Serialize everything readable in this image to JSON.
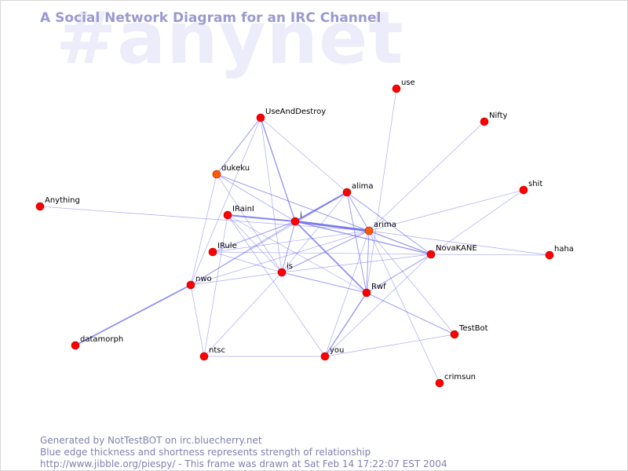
{
  "watermark": "#anynet",
  "title": "A Social Network Diagram for an IRC Channel",
  "footer": {
    "line1": "Generated by NotTestBOT on irc.bluecherry.net",
    "line2": "Blue edge thickness and shortness represents strength of relationship",
    "line3": "http://www.jibble.org/piespy/ - This frame was drawn at Sat Feb 14 17:22:07 EST 2004"
  },
  "colors": {
    "edge": "#6a6af0",
    "node_red": "#ff0000",
    "node_orange": "#ff5a00",
    "title": "#9a9ad0",
    "watermark": "#ececfa",
    "footer": "#8080b0"
  },
  "nodes": [
    {
      "id": "use",
      "label": "use",
      "color": "red"
    },
    {
      "id": "Nifty",
      "label": "Nifty",
      "color": "red"
    },
    {
      "id": "UseAndDestroy",
      "label": "UseAndDestroy",
      "color": "red"
    },
    {
      "id": "dukeku",
      "label": "dukeku",
      "color": "orange"
    },
    {
      "id": "shit",
      "label": "shit",
      "color": "red"
    },
    {
      "id": "Anything",
      "label": "Anything",
      "color": "red"
    },
    {
      "id": "alima",
      "label": "alima",
      "color": "red"
    },
    {
      "id": "IRainI",
      "label": "IRainI",
      "color": "red"
    },
    {
      "id": "i",
      "label": "i",
      "color": "red"
    },
    {
      "id": "arima",
      "label": "arima",
      "color": "orange"
    },
    {
      "id": "IRule",
      "label": "IRule",
      "color": "red"
    },
    {
      "id": "NovaKANE",
      "label": "NovaKANE",
      "color": "red"
    },
    {
      "id": "haha",
      "label": "haha",
      "color": "red"
    },
    {
      "id": "is",
      "label": "is",
      "color": "red"
    },
    {
      "id": "nwo",
      "label": "nwo",
      "color": "red"
    },
    {
      "id": "Rwf",
      "label": "Rwf",
      "color": "red"
    },
    {
      "id": "TestBot",
      "label": "TestBot",
      "color": "red"
    },
    {
      "id": "datamorph",
      "label": "datamorph",
      "color": "red"
    },
    {
      "id": "ntsc",
      "label": "ntsc",
      "color": "red"
    },
    {
      "id": "you",
      "label": "you",
      "color": "red"
    },
    {
      "id": "crimsun",
      "label": "crimsun",
      "color": "red"
    }
  ],
  "edges": [
    {
      "from": "i",
      "to": "arima",
      "strength": 4
    },
    {
      "from": "i",
      "to": "IRainI",
      "strength": 3
    },
    {
      "from": "i",
      "to": "alima",
      "strength": 3
    },
    {
      "from": "i",
      "to": "Rwf",
      "strength": 2.5
    },
    {
      "from": "i",
      "to": "NovaKANE",
      "strength": 2
    },
    {
      "from": "i",
      "to": "UseAndDestroy",
      "strength": 2
    },
    {
      "from": "i",
      "to": "IRule",
      "strength": 1.5
    },
    {
      "from": "i",
      "to": "is",
      "strength": 1.5
    },
    {
      "from": "i",
      "to": "nwo",
      "strength": 1.2
    },
    {
      "from": "i",
      "to": "dukeku",
      "strength": 1.2
    },
    {
      "from": "nwo",
      "to": "datamorph",
      "strength": 2.5
    },
    {
      "from": "Rwf",
      "to": "TestBot",
      "strength": 1.5
    },
    {
      "from": "Rwf",
      "to": "NovaKANE",
      "strength": 1.5
    },
    {
      "from": "Rwf",
      "to": "you",
      "strength": 2
    },
    {
      "from": "Rwf",
      "to": "alima",
      "strength": 1.5
    },
    {
      "from": "Rwf",
      "to": "arima",
      "strength": 1.5
    },
    {
      "from": "Rwf",
      "to": "is",
      "strength": 1.5
    },
    {
      "from": "Rwf",
      "to": "IRainI",
      "strength": 1
    },
    {
      "from": "arima",
      "to": "NovaKANE",
      "strength": 1.5
    },
    {
      "from": "arima",
      "to": "is",
      "strength": 1.5
    },
    {
      "from": "arima",
      "to": "alima",
      "strength": 1.5
    },
    {
      "from": "arima",
      "to": "IRule",
      "strength": 1
    },
    {
      "from": "arima",
      "to": "nwo",
      "strength": 1
    },
    {
      "from": "arima",
      "to": "dukeku",
      "strength": 1
    },
    {
      "from": "arima",
      "to": "TestBot",
      "strength": 1
    },
    {
      "from": "arima",
      "to": "crimsun",
      "strength": 1
    },
    {
      "from": "arima",
      "to": "you",
      "strength": 1
    },
    {
      "from": "arima",
      "to": "haha",
      "strength": 1
    },
    {
      "from": "alima",
      "to": "NovaKANE",
      "strength": 1.5
    },
    {
      "from": "alima",
      "to": "nwo",
      "strength": 1
    },
    {
      "from": "alima",
      "to": "is",
      "strength": 1
    },
    {
      "from": "alima",
      "to": "UseAndDestroy",
      "strength": 1
    },
    {
      "from": "UseAndDestroy",
      "to": "dukeku",
      "strength": 1.5
    },
    {
      "from": "UseAndDestroy",
      "to": "nwo",
      "strength": 1
    },
    {
      "from": "UseAndDestroy",
      "to": "is",
      "strength": 1
    },
    {
      "from": "dukeku",
      "to": "is",
      "strength": 1
    },
    {
      "from": "dukeku",
      "to": "nwo",
      "strength": 1
    },
    {
      "from": "dukeku",
      "to": "NovaKANE",
      "strength": 1
    },
    {
      "from": "IRainI",
      "to": "is",
      "strength": 1
    },
    {
      "from": "IRainI",
      "to": "ntsc",
      "strength": 1
    },
    {
      "from": "IRainI",
      "to": "you",
      "strength": 1
    },
    {
      "from": "IRule",
      "to": "is",
      "strength": 1
    },
    {
      "from": "IRule",
      "to": "NovaKANE",
      "strength": 1
    },
    {
      "from": "nwo",
      "to": "ntsc",
      "strength": 1
    },
    {
      "from": "nwo",
      "to": "is",
      "strength": 1
    },
    {
      "from": "ntsc",
      "to": "is",
      "strength": 1
    },
    {
      "from": "ntsc",
      "to": "you",
      "strength": 1
    },
    {
      "from": "you",
      "to": "TestBot",
      "strength": 1
    },
    {
      "from": "you",
      "to": "NovaKANE",
      "strength": 1
    },
    {
      "from": "is",
      "to": "NovaKANE",
      "strength": 1
    },
    {
      "from": "Anything",
      "to": "arima",
      "strength": 1
    },
    {
      "from": "use",
      "to": "Rwf",
      "strength": 1
    },
    {
      "from": "Nifty",
      "to": "arima",
      "strength": 1
    },
    {
      "from": "shit",
      "to": "arima",
      "strength": 1
    },
    {
      "from": "shit",
      "to": "NovaKANE",
      "strength": 1
    },
    {
      "from": "NovaKANE",
      "to": "haha",
      "strength": 1
    }
  ]
}
